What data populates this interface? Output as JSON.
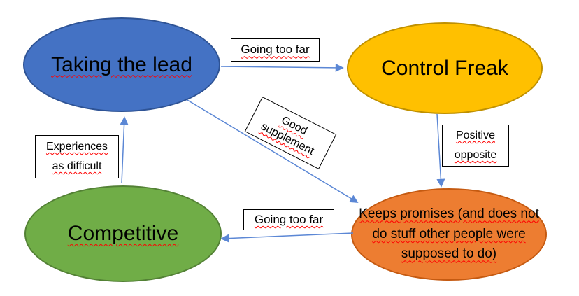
{
  "diagram": {
    "background_color": "#FFFFFF",
    "text_color": "#000000",
    "spellcheck_underline_color": "#FF0000",
    "connector_color": "#5B87D5",
    "nodes": [
      {
        "id": "taking-the-lead",
        "label": "Taking the lead",
        "fill_color": "#4472C4",
        "border_color": "#2E5395",
        "misspelled_underline": true
      },
      {
        "id": "control-freak",
        "label": "Control Freak",
        "fill_color": "#FFC000",
        "border_color": "#BF9000",
        "misspelled_underline": false
      },
      {
        "id": "competitive",
        "label": "Competitive",
        "fill_color": "#70AD47",
        "border_color": "#538135",
        "misspelled_underline": true
      },
      {
        "id": "keeps-promises",
        "label": "Keeps promises (and does not do stuff other people were supposed to do)",
        "lines": [
          "Keeps promises (and does not",
          "do stuff other people were",
          "supposed to do)"
        ],
        "fill_color": "#ED7D31",
        "border_color": "#C55A11",
        "misspelled_underline": true
      }
    ],
    "edges": [
      {
        "from": "taking-the-lead",
        "to": "control-freak",
        "label": "Going too far"
      },
      {
        "from": "taking-the-lead",
        "to": "keeps-promises",
        "label": "Good supplement",
        "lines": [
          "Good",
          "supplement"
        ],
        "label_rotation_deg": 27
      },
      {
        "from": "control-freak",
        "to": "keeps-promises",
        "label": "Positive opposite",
        "lines": [
          "Positive",
          "opposite"
        ]
      },
      {
        "from": "keeps-promises",
        "to": "competitive",
        "label": "Going too far"
      },
      {
        "from": "competitive",
        "to": "taking-the-lead",
        "label": "Experiences as difficult",
        "lines": [
          "Experiences",
          "as difficult"
        ]
      }
    ]
  }
}
